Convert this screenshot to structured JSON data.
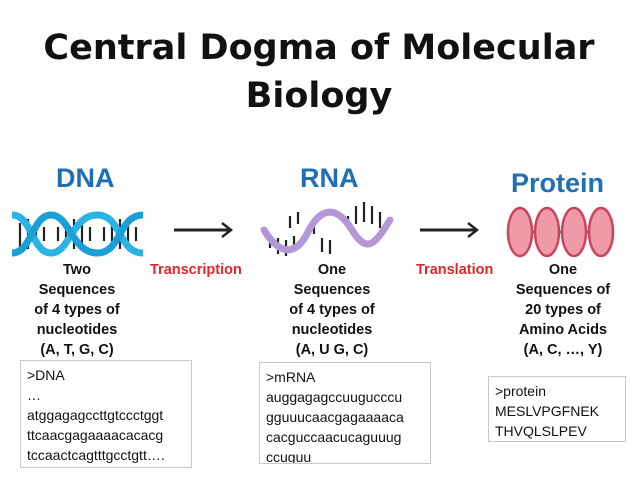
{
  "title": "Central Dogma of Molecular Biology",
  "columns": {
    "dna": {
      "heading": "DNA",
      "description": [
        "Two",
        "Sequences",
        "of 4 types of",
        "nucleotides",
        "(A, T, G, C)"
      ],
      "sequence": [
        ">DNA",
        "…",
        "atggagagccttgtccctggt",
        "ttcaacgagaaaacacacg",
        "tccaactcagtttgcctgtt…."
      ]
    },
    "rna": {
      "heading": "RNA",
      "description": [
        "One",
        "Sequences",
        "of  4 types of",
        "nucleotides",
        "(A, U G, C)"
      ],
      "sequence": [
        ">mRNA",
        "auggagagccuugucccu",
        "gguuucaacgagaaaaca",
        "cacguccaacucaguuug",
        "ccuguu"
      ]
    },
    "protein": {
      "heading": "Protein",
      "description": [
        "One",
        "Sequences of",
        "20 types of",
        "Amino Acids",
        "(A, C, …, Y)"
      ],
      "sequence": [
        ">protein",
        "MESLVPGFNEK",
        "THVQLSLPEV"
      ]
    }
  },
  "processes": {
    "transcription": "Transcription",
    "translation": "Translation"
  },
  "icons": {
    "dna": "dna-double-helix-icon",
    "rna": "rna-strand-icon",
    "protein": "amino-acid-chain-icon",
    "arrow": "right-arrow-icon"
  },
  "colors": {
    "heading": "#1f6fb5",
    "process": "#e0262a",
    "dna_strand": "#2bb3e6",
    "rna_strand": "#b596d6",
    "protein_bead": "#ee9aa9"
  }
}
